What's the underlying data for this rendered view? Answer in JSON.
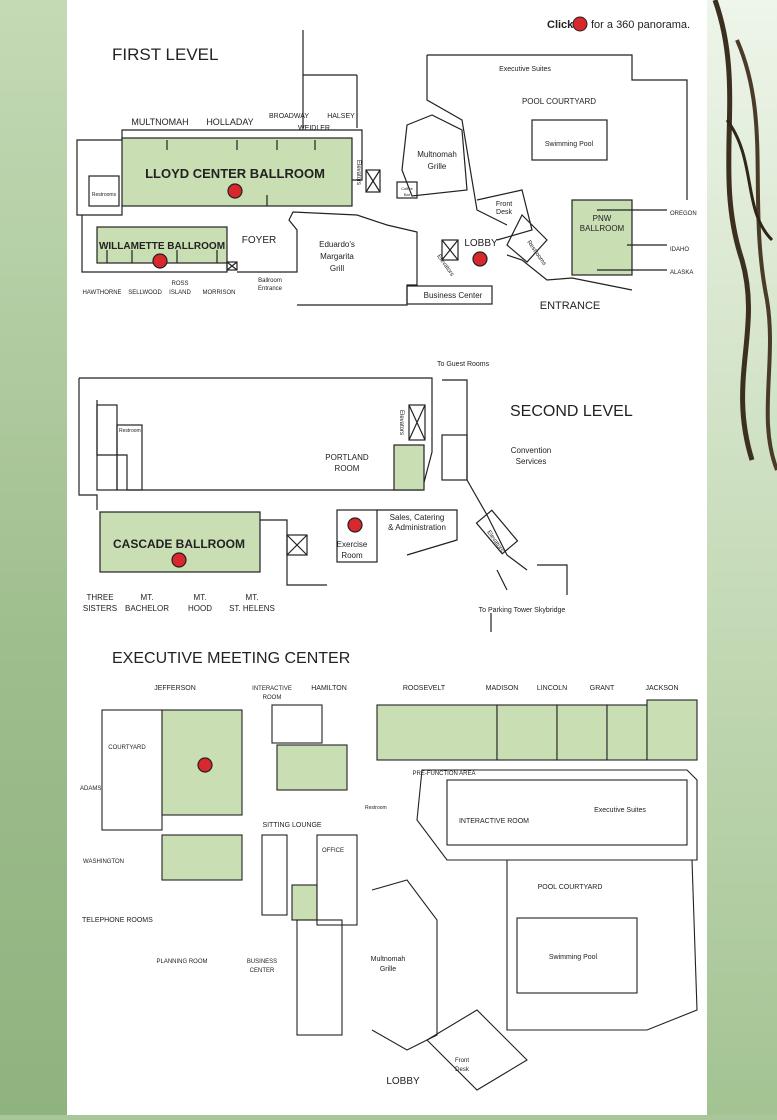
{
  "colors": {
    "room_fill": "#c9dfb3",
    "hotspot": "#d9272e",
    "line": "#222222"
  },
  "hint": {
    "prefix": "Click",
    "suffix": "for a 360 panorama."
  },
  "first_level": {
    "title": "FIRST LEVEL",
    "labels": {
      "multnomah": "MULTNOMAH",
      "holladay": "HOLLADAY",
      "broadway": "BROADWAY",
      "halsey": "HALSEY",
      "weidler": "WEIDLER",
      "lloyd": "LLOYD CENTER BALLROOM",
      "restrooms": "Restrooms",
      "elevators": "Elevators",
      "coffee": "Coffee",
      "coffee2": "Bar",
      "willamette": "WILLAMETTE BALLROOM",
      "foyer": "FOYER",
      "hawthorne": "HAWTHORNE",
      "sellwood": "SELLWOOD",
      "ross1": "ROSS",
      "ross2": "ISLAND",
      "morrison": "MORRISON",
      "ballroom_entrance1": "Ballroom",
      "ballroom_entrance2": "Entrance",
      "eduardos1": "Eduardo's",
      "eduardos2": "Margarita",
      "eduardos3": "Grill",
      "grille1": "Multnomah",
      "grille2": "Grille",
      "executive_suites": "Executive Suites",
      "pool_courtyard": "POOL COURTYARD",
      "swimming_pool": "Swimming Pool",
      "front_desk1": "Front",
      "front_desk2": "Desk",
      "lobby": "LOBBY",
      "elevators2": "Elevators",
      "restrooms2": "Restrooms",
      "business_center": "Business Center",
      "entrance": "ENTRANCE",
      "pnw1": "PNW",
      "pnw2": "BALLROOM",
      "oregon": "OREGON",
      "idaho": "IDAHO",
      "alaska": "ALASKA"
    }
  },
  "second_level": {
    "title": "SECOND LEVEL",
    "labels": {
      "guest_rooms": "To Guest Rooms",
      "restroom": "Restroom",
      "elevators": "Elevators",
      "portland1": "PORTLAND",
      "portland2": "ROOM",
      "convention1": "Convention",
      "convention2": "Services",
      "sales1": "Sales, Catering",
      "sales2": "& Administration",
      "exercise1": "Exercise",
      "exercise2": "Room",
      "cascade": "CASCADE BALLROOM",
      "elevators2": "Elevators",
      "three1": "THREE",
      "three2": "SISTERS",
      "bachelor1": "MT.",
      "bachelor2": "BACHELOR",
      "hood1": "MT.",
      "hood2": "HOOD",
      "helens1": "MT.",
      "helens2": "ST. HELENS",
      "parking": "To Parking Tower Skybridge"
    }
  },
  "executive_center": {
    "title": "EXECUTIVE MEETING CENTER",
    "labels": {
      "jefferson": "JEFFERSON",
      "interactive1": "INTERACTIVE",
      "interactive2": "ROOM",
      "hamilton": "HAMILTON",
      "roosevelt": "ROOSEVELT",
      "madison": "MADISON",
      "lincoln": "LINCOLN",
      "grant": "GRANT",
      "jackson": "JACKSON",
      "courtyard": "COURTYARD",
      "adams": "ADAMS",
      "prefunction": "PRE-FUNCTION AREA",
      "restroom": "Restroom",
      "interactive_room": "INTERACTIVE ROOM",
      "executive_suites": "Executive Suites",
      "sitting_lounge": "SITTING LOUNGE",
      "office": "OFFICE",
      "washington": "WASHINGTON",
      "pool_courtyard": "POOL COURTYARD",
      "telephone_rooms": "TELEPHONE ROOMS",
      "grille1": "Multnomah",
      "grille2": "Grille",
      "swimming_pool": "Swimming Pool",
      "planning_room": "PLANNING ROOM",
      "business1": "BUSINESS",
      "business2": "CENTER",
      "front1": "Front",
      "front2": "Desk",
      "lobby": "LOBBY"
    }
  }
}
